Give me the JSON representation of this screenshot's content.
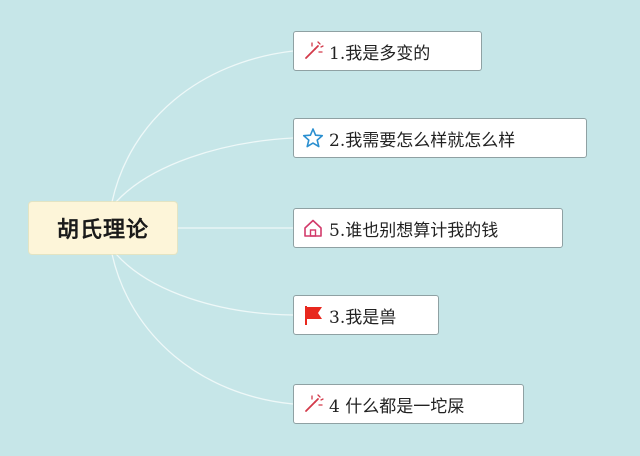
{
  "root": {
    "label": "胡氏理论"
  },
  "topics": [
    {
      "label": "1.我是多变的",
      "icon": "magic-wand-icon"
    },
    {
      "label": "2.我需要怎么样就怎么样",
      "icon": "star-icon"
    },
    {
      "label": "5.谁也别想算计我的钱",
      "icon": "home-icon"
    },
    {
      "label": "3.我是兽",
      "icon": "red-flag-icon"
    },
    {
      "label": "4 什么都是一坨屎",
      "icon": "magic-wand-icon"
    }
  ],
  "colors": {
    "background": "#c6e6e8",
    "root_fill": "#fdf5d9",
    "topic_fill": "#ffffff",
    "topic_border": "#8fa1a3",
    "connector": "#eef8f8",
    "wand": "#d33a4a",
    "star": "#2a8fd0",
    "home": "#d23a6a",
    "flag": "#e8281e"
  }
}
